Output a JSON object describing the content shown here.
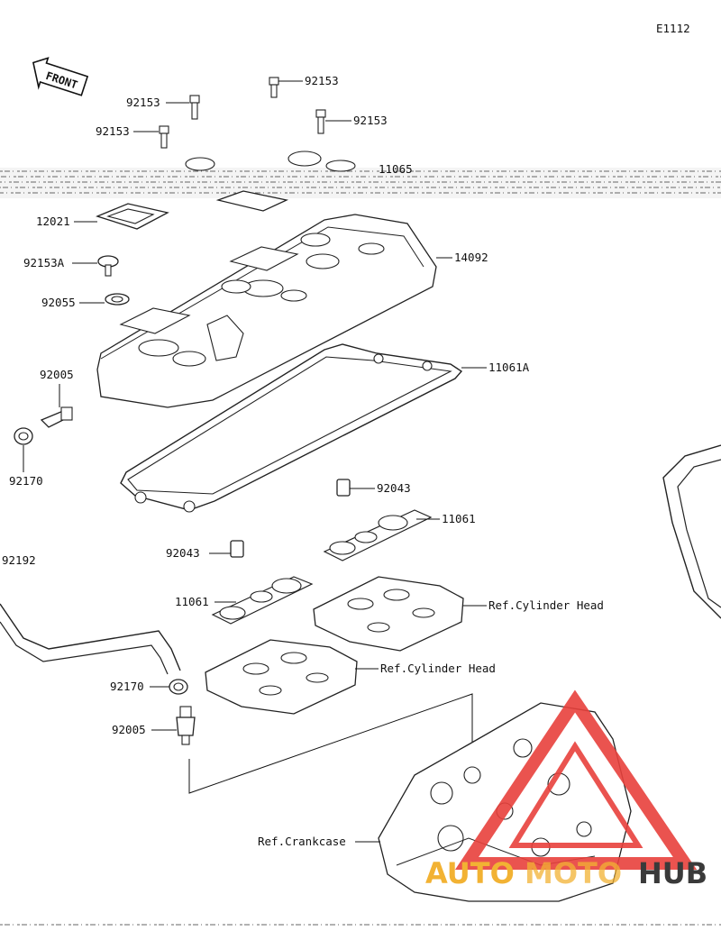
{
  "diagram_code": "E1112",
  "front_label": "FRONT",
  "parts": {
    "p92153_a": "92153",
    "p92153_b": "92153",
    "p92153_c": "92153",
    "p92153_d": "92153",
    "p11065": "11065",
    "p12021": "12021",
    "p92153a": "92153A",
    "p92055": "92055",
    "p14092": "14092",
    "p92005_top": "92005",
    "p11061a": "11061A",
    "p92170_top": "92170",
    "p92043_right": "92043",
    "p11061_right": "11061",
    "p92192": "92192",
    "p92043_left": "92043",
    "p11061_left": "11061",
    "ref_cyl_head_right": "Ref.Cylinder Head",
    "ref_cyl_head_left": "Ref.Cylinder Head",
    "p92170_bottom": "92170",
    "p92005_bottom": "92005",
    "ref_crankcase": "Ref.Crankcase"
  },
  "watermark": {
    "part1": "AUTO",
    "part2": "MOTO",
    "part3": "HUB",
    "color_red": "#e8413c",
    "color_orange": "#f2b233",
    "color_dark": "#3a3a3a"
  }
}
